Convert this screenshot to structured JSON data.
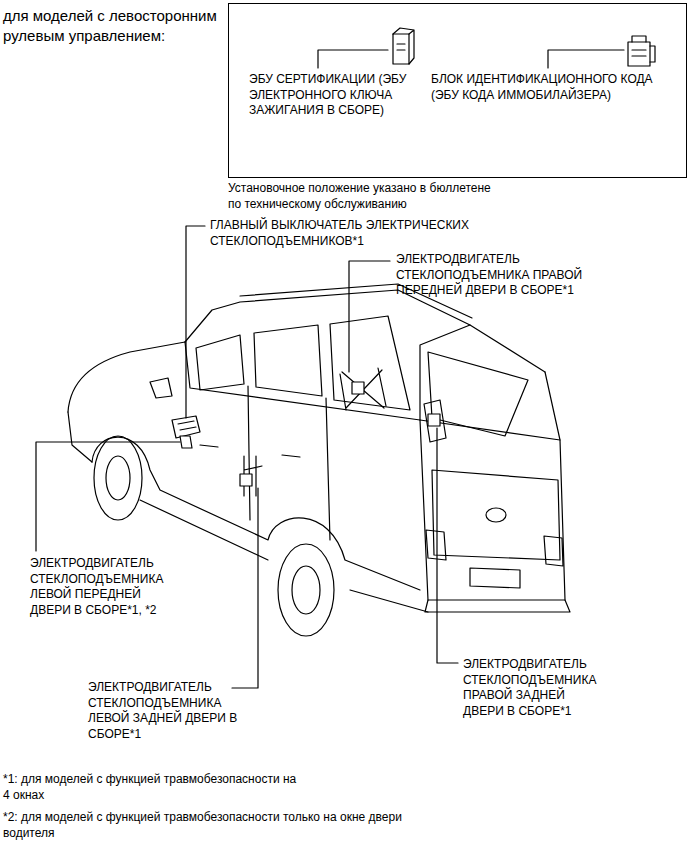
{
  "diagram": {
    "nodes": [
      {
        "text": [
          "ЭБУ СЕРТИФИКАЦИИ (ЭБУ ЭЛЕКТРОННОГО КЛЮЧА ЗАЖИГАНИЯ В СБОРЕ)",
          "БЛОК ИДЕНТИФИКАЦИОННОГО КОДА (ЭБУ КОДА ИММОБИЛАЙЗЕРА)"
        ]
      }
    ],
    "labels": [
      "для моделей с левосторонним рулевым управлением:",
      "Установочное положение указано в бюллетене по техническому обслуживанию",
      "ГЛАВНЫЙ ВЫКЛЮЧАТЕЛЬ ЭЛЕКТРИЧЕСКИХ СТЕКЛОПОДЪЕМНИКОВ*1",
      "ЭЛЕКТРОДВИГАТЕЛЬ СТЕКЛОПОДЪЕМНИКА ПРАВОЙ ПЕРЕДНЕЙ ДВЕРИ В СБОРЕ*1",
      "ЭЛЕКТРОДВИГАТЕЛЬ СТЕКЛОПОДЪЕМНИКА ЛЕВОЙ ПЕРЕДНЕЙ ДВЕРИ В СБОРЕ*1, *2",
      "ЭЛЕКТРОДВИГАТЕЛЬ СТЕКЛОПОДЪЕМНИКА ЛЕВОЙ ЗАДНЕЙ ДВЕРИ В СБОРЕ*1",
      "ЭЛЕКТРОДВИГАТЕЛЬ СТЕКЛОПОДЪЕМНИКА ПРАВОЙ ЗАДНЕЙ ДВЕРИ В СБОРЕ*1",
      "*1: для моделей с функцией травмобезопасности на 4 окнах",
      "*2: для моделей с функцией травмобезопасности только на окне двери водителя"
    ]
  }
}
